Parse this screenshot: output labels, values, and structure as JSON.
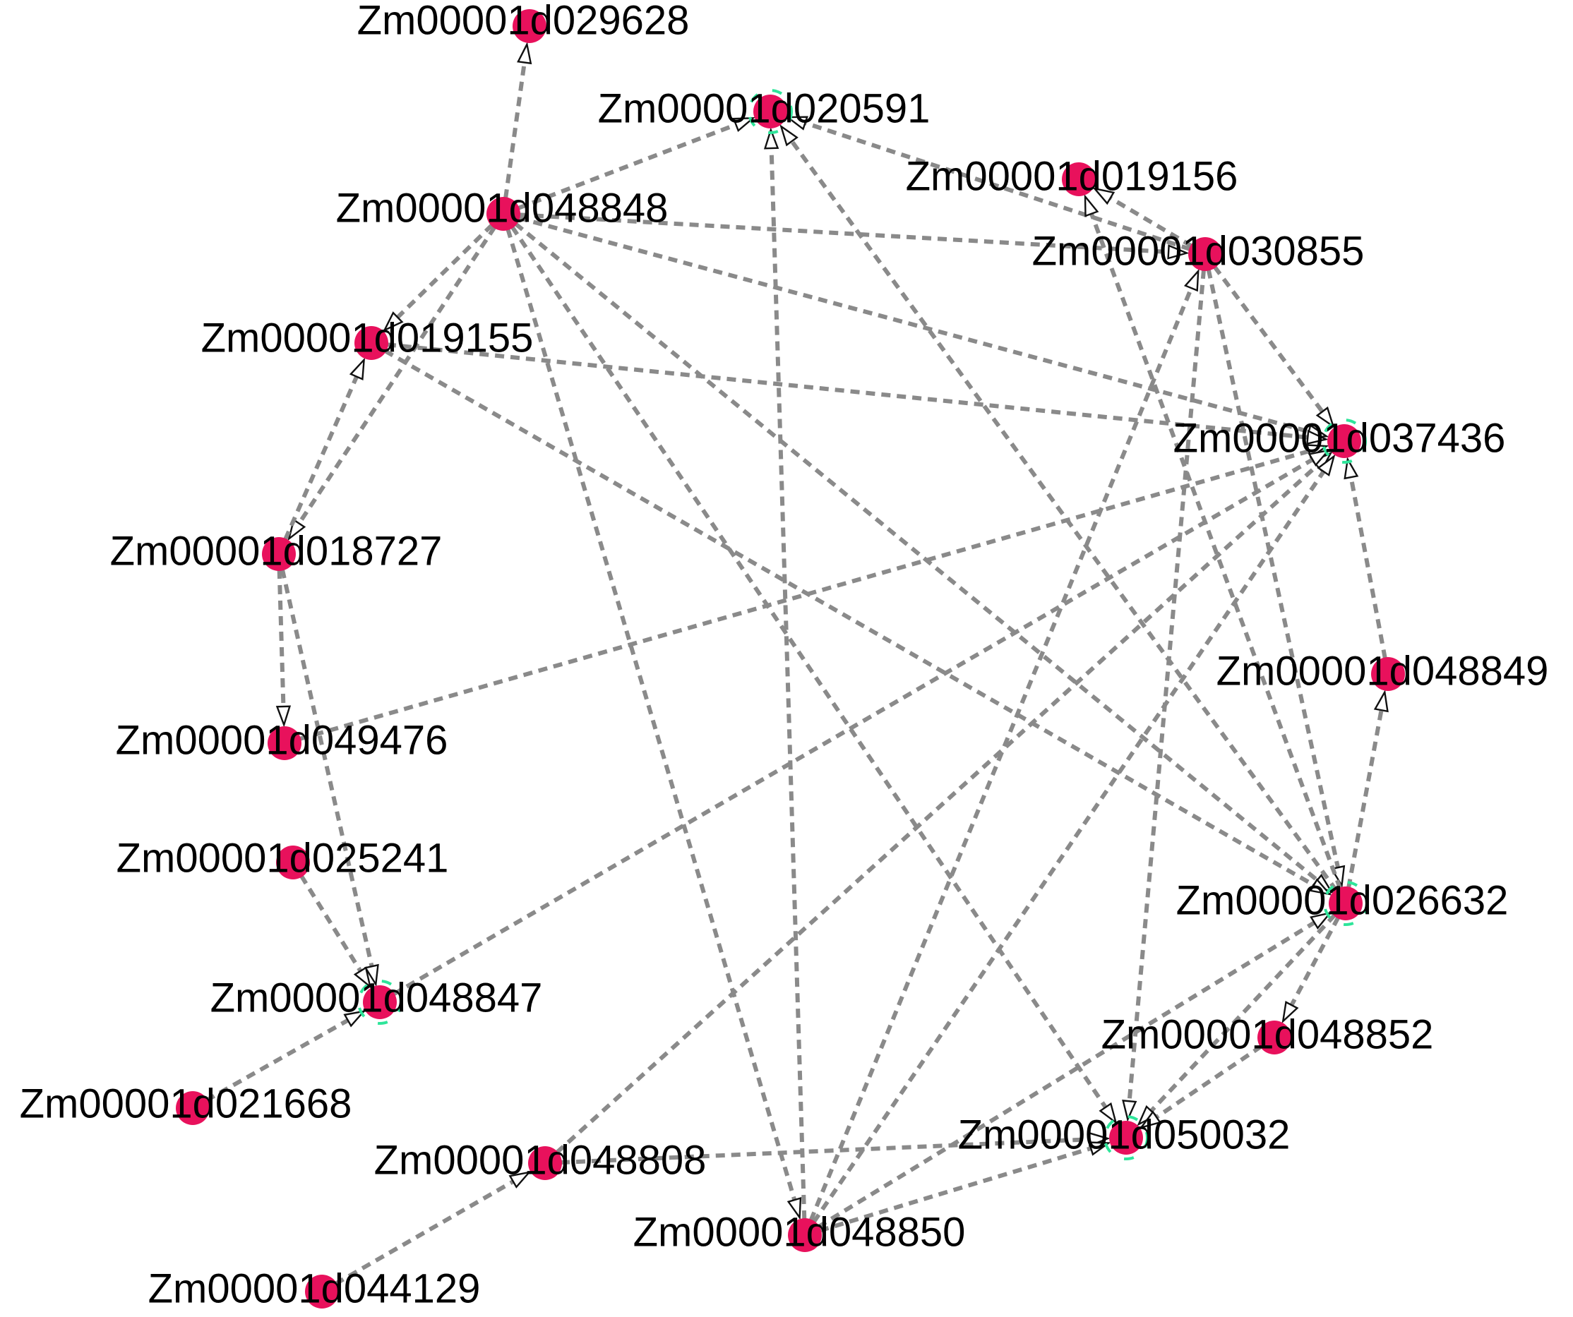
{
  "graph": {
    "nodes": [
      {
        "id": "Zm00001d029628",
        "label": "Zm00001d029628"
      },
      {
        "id": "Zm00001d020591",
        "label": "Zm00001d020591"
      },
      {
        "id": "Zm00001d019156",
        "label": "Zm00001d019156"
      },
      {
        "id": "Zm00001d048848",
        "label": "Zm00001d048848"
      },
      {
        "id": "Zm00001d030855",
        "label": "Zm00001d030855"
      },
      {
        "id": "Zm00001d019155",
        "label": "Zm00001d019155"
      },
      {
        "id": "Zm00001d037436",
        "label": "Zm00001d037436"
      },
      {
        "id": "Zm00001d018727",
        "label": "Zm00001d018727"
      },
      {
        "id": "Zm00001d048849",
        "label": "Zm00001d048849"
      },
      {
        "id": "Zm00001d049476",
        "label": "Zm00001d049476"
      },
      {
        "id": "Zm00001d025241",
        "label": "Zm00001d025241"
      },
      {
        "id": "Zm00001d026632",
        "label": "Zm00001d026632"
      },
      {
        "id": "Zm00001d048847",
        "label": "Zm00001d048847"
      },
      {
        "id": "Zm00001d048852",
        "label": "Zm00001d048852"
      },
      {
        "id": "Zm00001d021668",
        "label": "Zm00001d021668"
      },
      {
        "id": "Zm00001d050032",
        "label": "Zm00001d050032"
      },
      {
        "id": "Zm00001d048808",
        "label": "Zm00001d048808"
      },
      {
        "id": "Zm00001d048850",
        "label": "Zm00001d048850"
      },
      {
        "id": "Zm00001d044129",
        "label": "Zm00001d044129"
      }
    ],
    "edges": [
      {
        "source": "Zm00001d048848",
        "target": "Zm00001d029628"
      },
      {
        "source": "Zm00001d048848",
        "target": "Zm00001d020591"
      },
      {
        "source": "Zm00001d048848",
        "target": "Zm00001d019155"
      },
      {
        "source": "Zm00001d048848",
        "target": "Zm00001d018727"
      },
      {
        "source": "Zm00001d048848",
        "target": "Zm00001d030855"
      },
      {
        "source": "Zm00001d048848",
        "target": "Zm00001d037436"
      },
      {
        "source": "Zm00001d048848",
        "target": "Zm00001d026632"
      },
      {
        "source": "Zm00001d048848",
        "target": "Zm00001d050032"
      },
      {
        "source": "Zm00001d048848",
        "target": "Zm00001d048850"
      },
      {
        "source": "Zm00001d030855",
        "target": "Zm00001d019156"
      },
      {
        "source": "Zm00001d030855",
        "target": "Zm00001d020591"
      },
      {
        "source": "Zm00001d030855",
        "target": "Zm00001d037436"
      },
      {
        "source": "Zm00001d030855",
        "target": "Zm00001d026632"
      },
      {
        "source": "Zm00001d030855",
        "target": "Zm00001d050032"
      },
      {
        "source": "Zm00001d018727",
        "target": "Zm00001d019155"
      },
      {
        "source": "Zm00001d018727",
        "target": "Zm00001d049476"
      },
      {
        "source": "Zm00001d018727",
        "target": "Zm00001d048847"
      },
      {
        "source": "Zm00001d019155",
        "target": "Zm00001d037436"
      },
      {
        "source": "Zm00001d019155",
        "target": "Zm00001d026632"
      },
      {
        "source": "Zm00001d049476",
        "target": "Zm00001d037436"
      },
      {
        "source": "Zm00001d048849",
        "target": "Zm00001d037436"
      },
      {
        "source": "Zm00001d026632",
        "target": "Zm00001d020591"
      },
      {
        "source": "Zm00001d026632",
        "target": "Zm00001d019156"
      },
      {
        "source": "Zm00001d026632",
        "target": "Zm00001d048849"
      },
      {
        "source": "Zm00001d026632",
        "target": "Zm00001d048852"
      },
      {
        "source": "Zm00001d026632",
        "target": "Zm00001d050032"
      },
      {
        "source": "Zm00001d025241",
        "target": "Zm00001d048847"
      },
      {
        "source": "Zm00001d021668",
        "target": "Zm00001d048847"
      },
      {
        "source": "Zm00001d048852",
        "target": "Zm00001d050032"
      },
      {
        "source": "Zm00001d048808",
        "target": "Zm00001d037436"
      },
      {
        "source": "Zm00001d048808",
        "target": "Zm00001d050032"
      },
      {
        "source": "Zm00001d044129",
        "target": "Zm00001d048808"
      },
      {
        "source": "Zm00001d048850",
        "target": "Zm00001d020591"
      },
      {
        "source": "Zm00001d048850",
        "target": "Zm00001d030855"
      },
      {
        "source": "Zm00001d048850",
        "target": "Zm00001d037436"
      },
      {
        "source": "Zm00001d048850",
        "target": "Zm00001d026632"
      },
      {
        "source": "Zm00001d048850",
        "target": "Zm00001d050032"
      },
      {
        "source": "Zm00001d048847",
        "target": "Zm00001d037436"
      }
    ]
  },
  "colors": {
    "node": "#e8115c",
    "ring": "#2ee59a",
    "edge": "#8a8a8a",
    "arrow_outline": "#111111",
    "label": "#000000"
  }
}
